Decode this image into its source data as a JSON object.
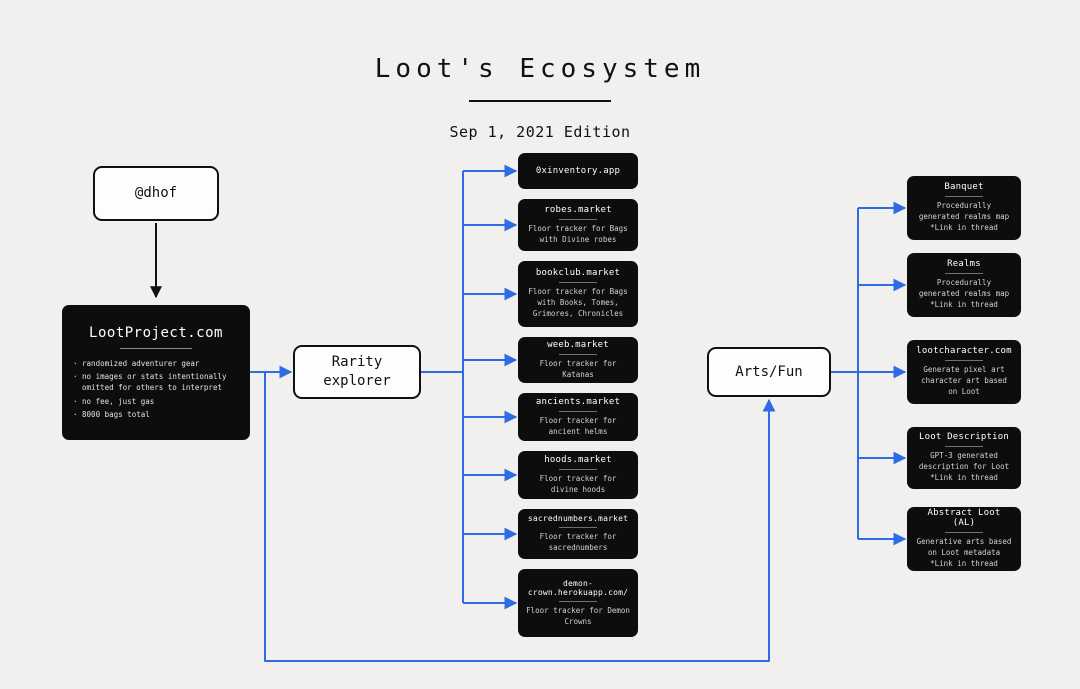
{
  "title": "Loot's Ecosystem",
  "subtitle": "Sep 1, 2021 Edition",
  "colors": {
    "accent": "#2f6be4",
    "node_black": "#0d0d0d",
    "background": "#f1f0ee",
    "arrow_black": "#111111"
  },
  "nodes": {
    "dhof": {
      "label": "@dhof"
    },
    "lootproject": {
      "title": "LootProject.com",
      "bullets": [
        "randomized adventurer gear",
        "no images or stats intentionally omitted for others to interpret",
        "no fee, just gas",
        "8000 bags total"
      ]
    },
    "rarity": {
      "label": "Rarity explorer"
    },
    "artsfun": {
      "label": "Arts/Fun"
    }
  },
  "middle_column": [
    {
      "title": "0xinventory.app",
      "description": ""
    },
    {
      "title": "robes.market",
      "description": "Floor tracker for Bags with Divine robes"
    },
    {
      "title": "bookclub.market",
      "description": "Floor tracker for Bags with Books, Tomes, Grimores, Chronicles"
    },
    {
      "title": "weeb.market",
      "description": "Floor tracker for Katanas"
    },
    {
      "title": "ancients.market",
      "description": "Floor tracker for ancient helms"
    },
    {
      "title": "hoods.market",
      "description": "Floor tracker for divine hoods"
    },
    {
      "title": "sacrednumbers.market",
      "description": "Floor tracker for sacrednumbers"
    },
    {
      "title": "demon-crown.herokuapp.com/",
      "description": "Floor tracker for Demon Crowns"
    }
  ],
  "right_column": [
    {
      "title": "Banquet",
      "description": "Procedurally generated realms map\n*Link in thread"
    },
    {
      "title": "Realms",
      "description": "Procedurally generated realms map\n*Link in thread"
    },
    {
      "title": "lootcharacter.com",
      "description": "Generate pixel art character art based on Loot"
    },
    {
      "title": "Loot Description",
      "description": "GPT-3 generated description for Loot\n*Link in thread"
    },
    {
      "title": "Abstract Loot (AL)",
      "description": "Generative arts based on Loot metadata\n*Link in thread"
    }
  ]
}
